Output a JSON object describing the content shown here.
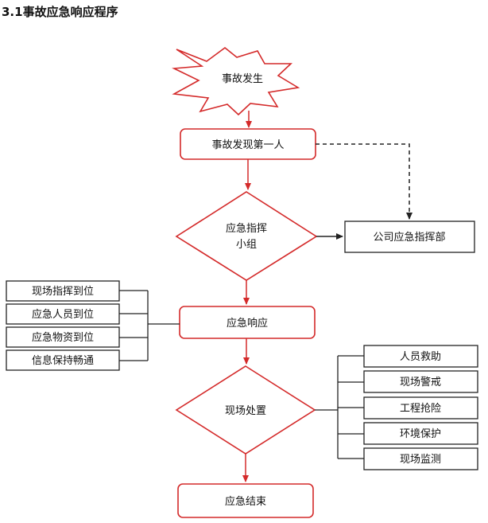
{
  "section_title": "3.1事故应急响应程序",
  "nodes": {
    "start": "事故发生",
    "discoverer": "事故发现第一人",
    "group_line1": "应急指挥",
    "group_line2": "小组",
    "company_hq": "公司应急指挥部",
    "response": "应急响应",
    "disposal": "现场处置",
    "end": "应急结束"
  },
  "left_items": [
    "现场指挥到位",
    "应急人员到位",
    "应急物资到位",
    "信息保持畅通"
  ],
  "right_items": [
    "人员救助",
    "现场警戒",
    "工程抢险",
    "环境保护",
    "现场监测"
  ],
  "colors": {
    "node_border": "#d42a2a",
    "arrow": "#d42a2a",
    "connector": "#222222"
  }
}
